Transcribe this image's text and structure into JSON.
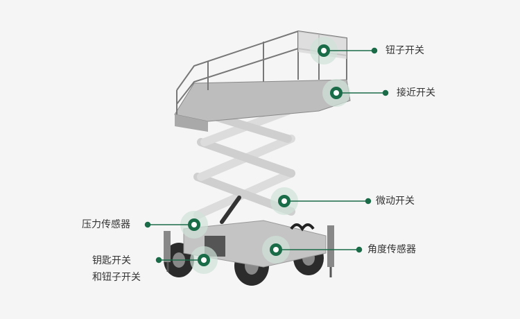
{
  "colors": {
    "accent": "#1a6b48",
    "halo": "#cfe3d8",
    "machine": "#c9c9c9",
    "dark": "#3a3a3a"
  },
  "callouts": [
    {
      "id": "toggle-switch-top",
      "label": "钮子开关"
    },
    {
      "id": "proximity-switch",
      "label": "接近开关"
    },
    {
      "id": "micro-switch",
      "label": "微动开关"
    },
    {
      "id": "angle-sensor",
      "label": "角度传感器"
    },
    {
      "id": "pressure-sensor",
      "label": "压力传感器"
    },
    {
      "id": "key-switch",
      "label": "钥匙开关",
      "label2": "和钮子开关"
    }
  ]
}
